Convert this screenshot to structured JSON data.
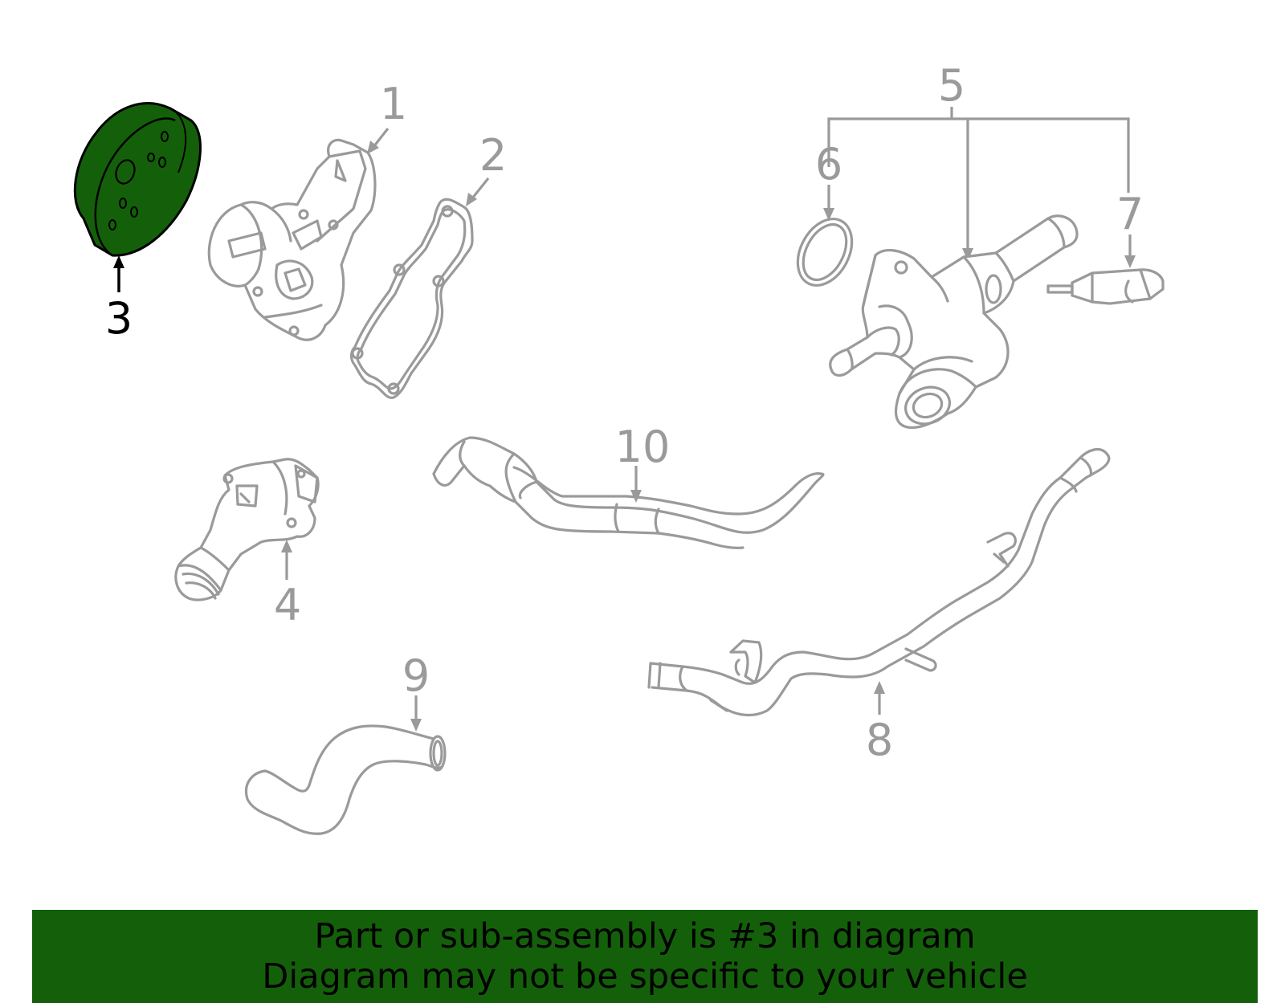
{
  "highlight_color": "#14600a",
  "part_color": "#9a9a9a",
  "callouts": {
    "c1": "1",
    "c2": "2",
    "c3": "3",
    "c4": "4",
    "c5": "5",
    "c6": "6",
    "c7": "7",
    "c8": "8",
    "c9": "9",
    "c10": "10"
  },
  "highlighted_part": "3",
  "banner": {
    "line1": "Part or sub-assembly is #3 in diagram",
    "line2": "Diagram may not be specific to your vehicle"
  }
}
